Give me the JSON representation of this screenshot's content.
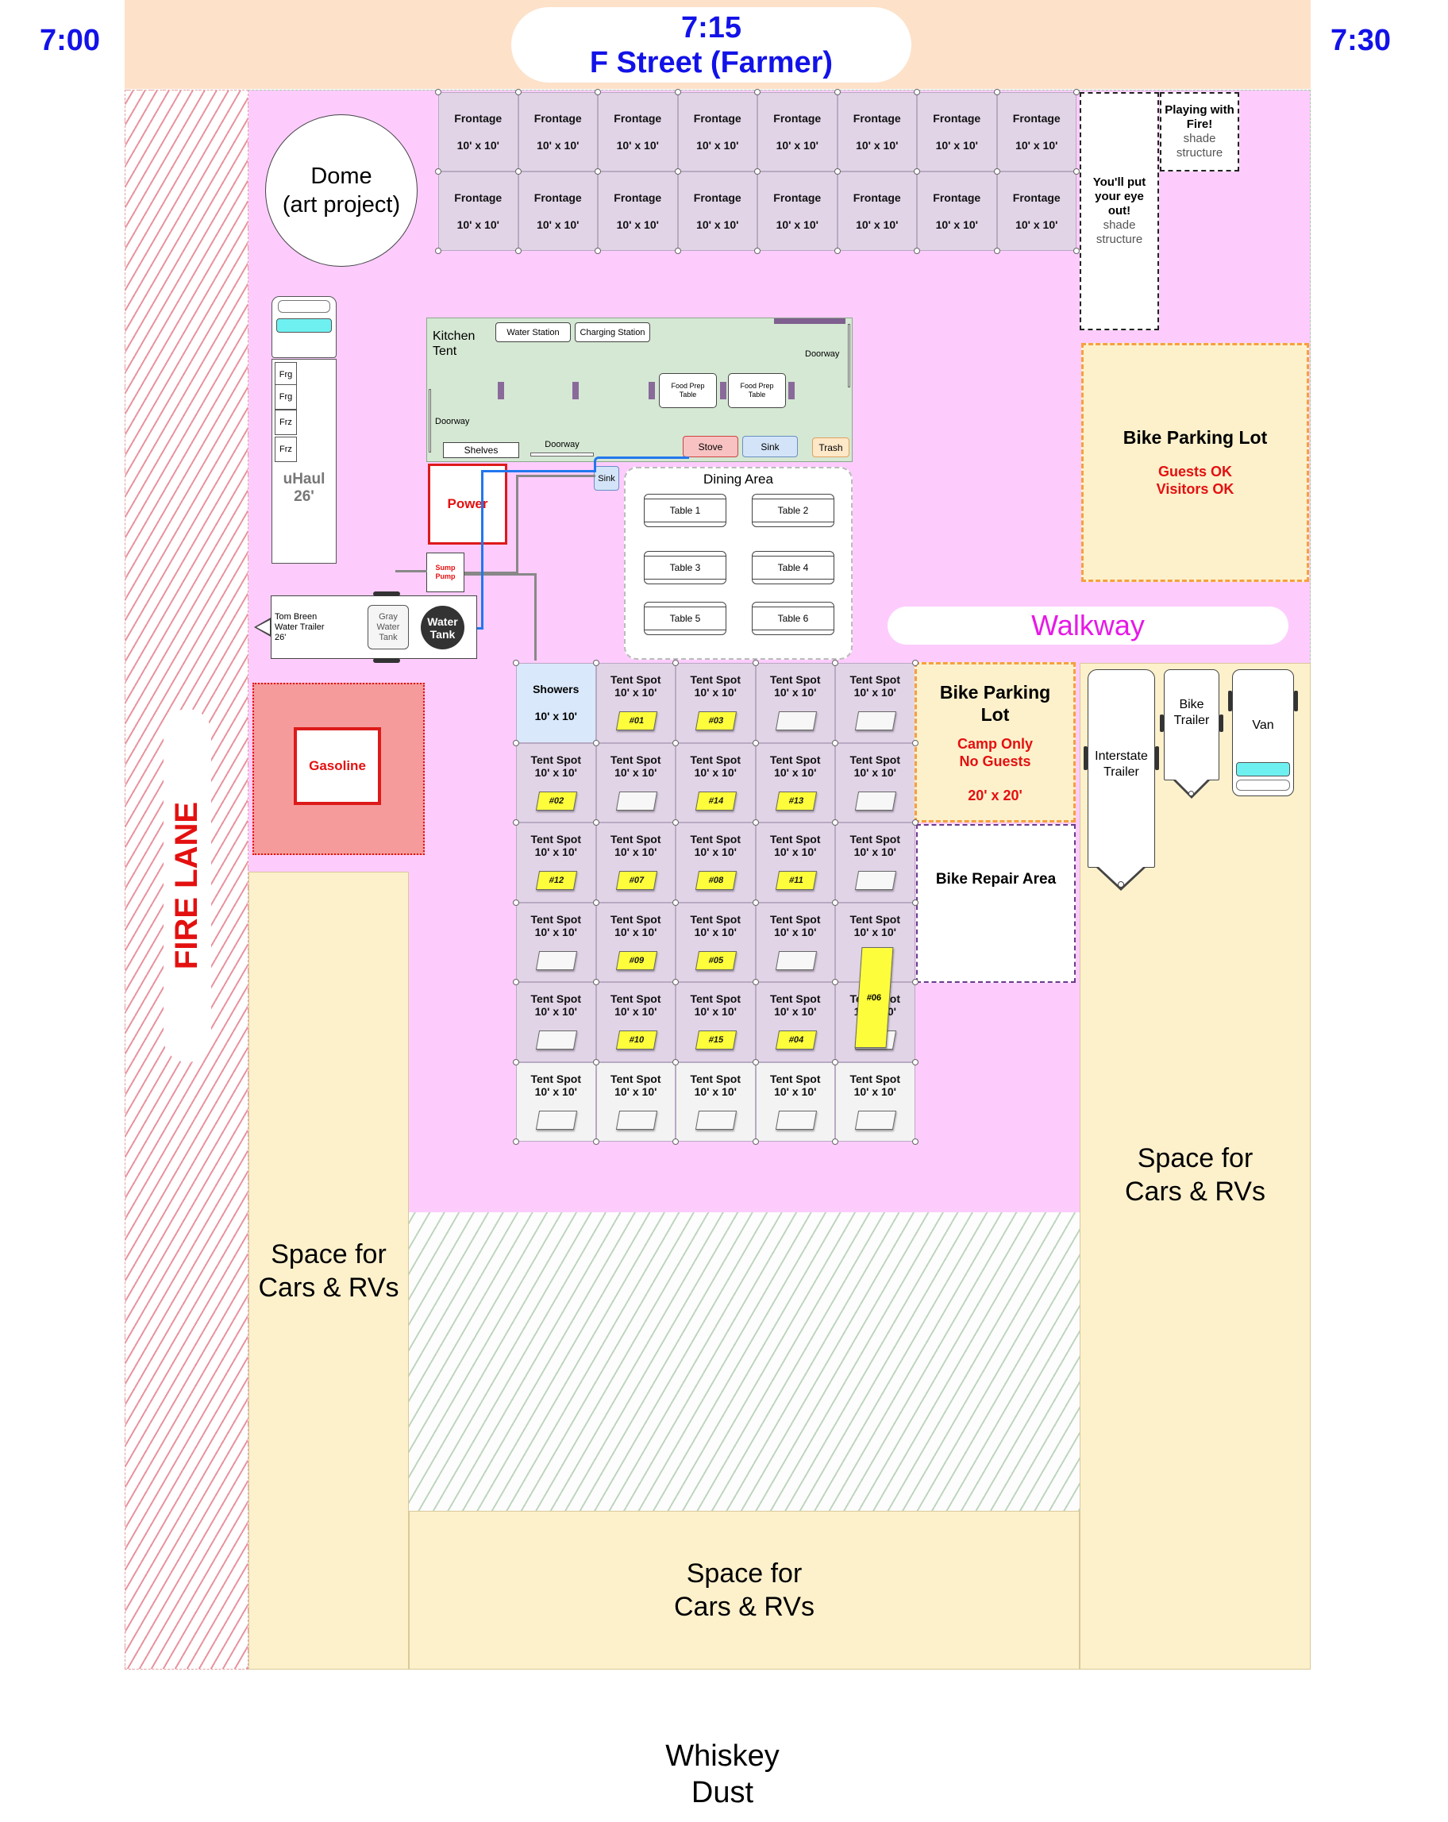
{
  "header": {
    "time_left": "7:00",
    "time_center": "7:15",
    "time_right": "7:30",
    "street": "F Street (Farmer)"
  },
  "fire_lane": "FIRE LANE",
  "dome": {
    "line1": "Dome",
    "line2": "(art project)"
  },
  "frontage": {
    "label": "Frontage",
    "size": "10' x 10'"
  },
  "shade_1": {
    "title_lines": [
      "You'll put",
      "your eye",
      "out!"
    ],
    "sub_lines": [
      "shade",
      "structure"
    ]
  },
  "shade_2": {
    "title_lines": [
      "Playing with",
      "Fire!"
    ],
    "sub_lines": [
      "shade",
      "structure"
    ]
  },
  "uhaul": {
    "line1": "uHaul",
    "line2": "26'",
    "compartments": [
      "Frg",
      "Frg",
      "Frz",
      "Frz"
    ]
  },
  "kitchen": {
    "title_line1": "Kitchen",
    "title_line2": "Tent",
    "water_station": "Water Station",
    "charging_station": "Charging Station",
    "doorway_right": "Doorway",
    "doorway_left": "Doorway",
    "doorway_bottom": "Doorway",
    "shelves": "Shelves",
    "food_prep_1_line1": "Food Prep",
    "food_prep_1_line2": "Table",
    "food_prep_2_line1": "Food Prep",
    "food_prep_2_line2": "Table",
    "stove": "Stove",
    "sink": "Sink",
    "trash": "Trash"
  },
  "power": "Power",
  "sink_small": "Sink",
  "sump_pump": {
    "line1": "Sump",
    "line2": "Pump"
  },
  "water_trailer": {
    "label_lines": [
      "Tom Breen",
      "Water Trailer",
      "26'"
    ],
    "gray_tank_lines": [
      "Gray",
      "Water",
      "Tank"
    ],
    "water_tank_lines": [
      "Water",
      "Tank"
    ]
  },
  "dining": {
    "title": "Dining Area",
    "tables": [
      "Table 1",
      "Table 2",
      "Table 3",
      "Table 4",
      "Table 5",
      "Table 6"
    ]
  },
  "bike_lot_top": {
    "title": "Bike Parking Lot",
    "line1": "Guests OK",
    "line2": "Visitors OK"
  },
  "walkway": "Walkway",
  "gasoline": "Gasoline",
  "showers": {
    "title": "Showers",
    "size": "10' x 10'"
  },
  "tent_spot": {
    "label": "Tent Spot",
    "size": "10' x 10'"
  },
  "tent_grid": [
    [
      "SHOWERS",
      "#01",
      "#03",
      "",
      ""
    ],
    [
      "#02",
      "",
      "#14",
      "#13",
      ""
    ],
    [
      "#12",
      "#07",
      "#08",
      "#11",
      ""
    ],
    [
      "",
      "#09",
      "#05",
      "",
      "#06"
    ],
    [
      "",
      "#10",
      "#15",
      "#04",
      ""
    ],
    [
      "",
      "",
      "",
      "",
      ""
    ]
  ],
  "bike_lot_camp": {
    "title_line1": "Bike Parking",
    "title_line2": "Lot",
    "line1": "Camp Only",
    "line2": "No Guests",
    "size": "20' x 20'"
  },
  "bike_repair": "Bike Repair Area",
  "interstate_trailer": {
    "line1": "Interstate",
    "line2": "Trailer"
  },
  "bike_trailer": {
    "line1": "Bike",
    "line2": "Trailer"
  },
  "van": "Van",
  "cars_left": {
    "line1": "Space for",
    "line2": "Cars & RVs"
  },
  "cars_bottom": {
    "line1": "Space for",
    "line2": "Cars & RVs"
  },
  "cars_right": {
    "line1": "Space for",
    "line2": "Cars & RVs"
  },
  "footer": {
    "line1": "Whiskey",
    "line2": "Dust"
  },
  "colors": {
    "camp": "#fdccfd",
    "header_band": "#fde1c9",
    "lot": "#fdf1cc",
    "tent_purple": "#e1d4e7",
    "kitchen_green": "#d5e8d4",
    "gasoline": "#f59b9b",
    "street_text": "#1212e8",
    "walkway_text": "#e619e6",
    "warning_red": "#e41010",
    "tag_yellow": "#fdfd3c"
  }
}
